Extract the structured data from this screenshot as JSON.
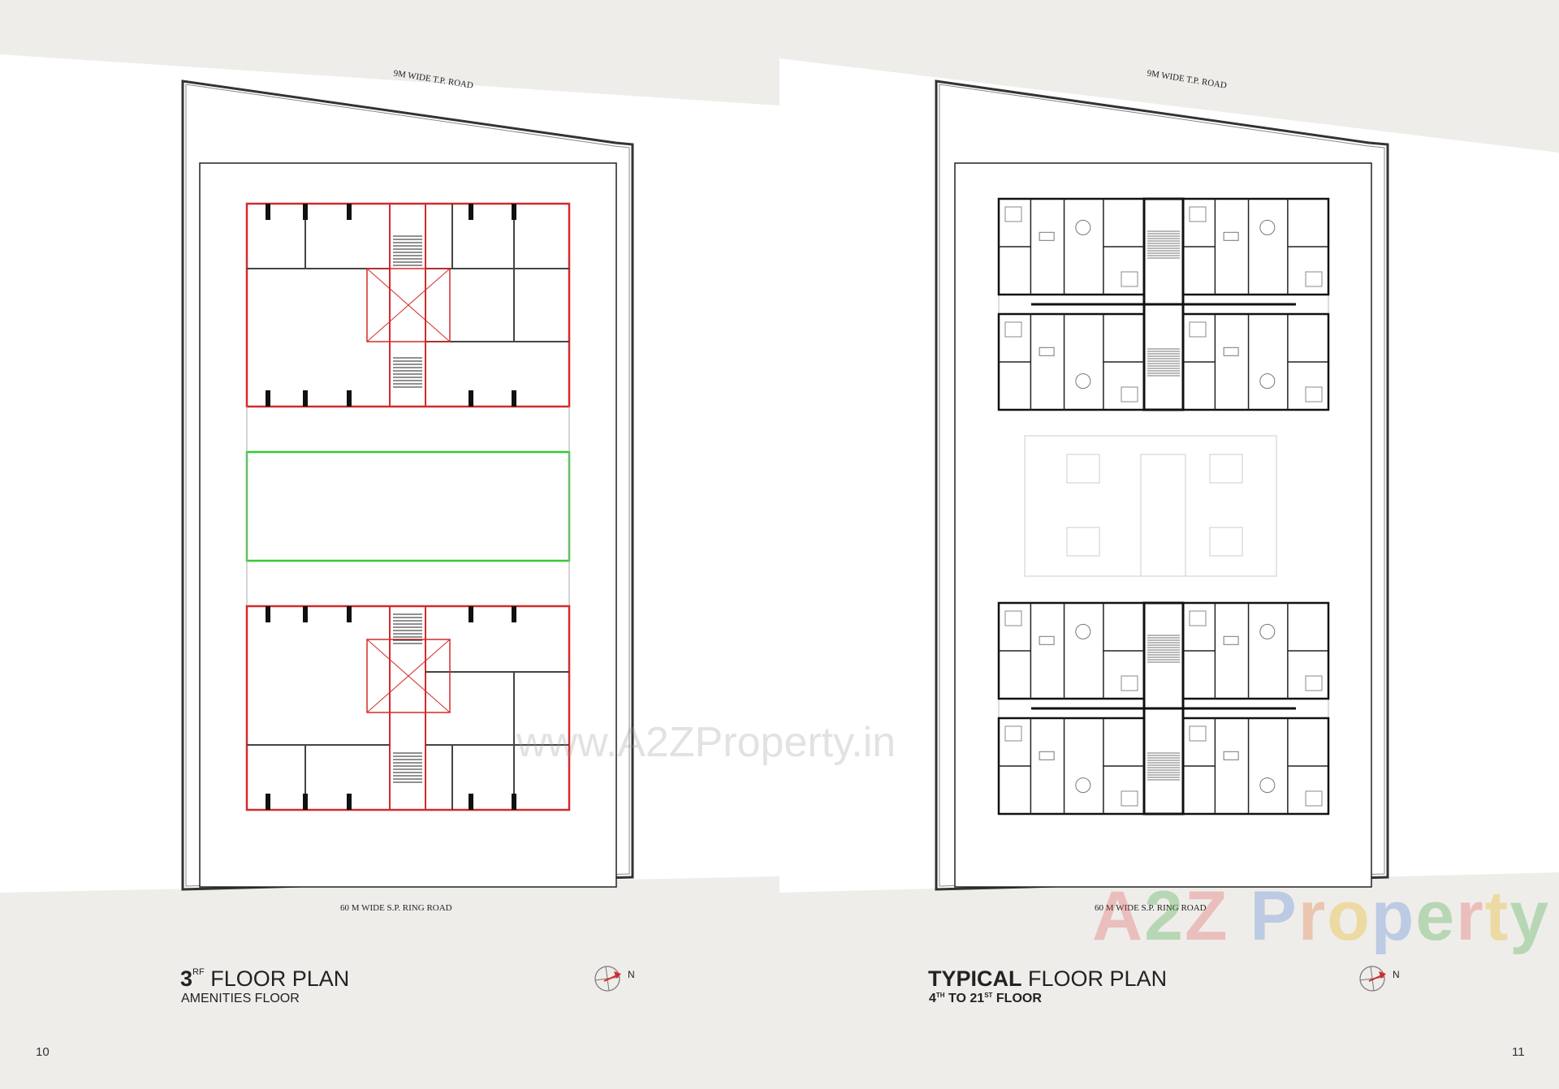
{
  "left_page": {
    "top_road": "9M WIDE T.P. ROAD",
    "bottom_road": "60 M WIDE S.P. RING ROAD",
    "title_number": "3",
    "title_sup": "RF",
    "title_rest": "FLOOR PLAN",
    "subtitle": "AMENITIES FLOOR",
    "north_label": "N",
    "page_number": "10"
  },
  "right_page": {
    "top_road": "9M WIDE T.P. ROAD",
    "bottom_road": "60 M WIDE S.P. RING ROAD",
    "title_bold": "TYPICAL",
    "title_rest": "FLOOR PLAN",
    "subtitle_a": "4",
    "subtitle_a_sup": "TH",
    "subtitle_b": "TO 21",
    "subtitle_b_sup": "ST",
    "subtitle_c": "FLOOR",
    "north_label": "N",
    "page_number": "11"
  },
  "watermark": "www.A2ZProperty.in",
  "logo": {
    "a": "A",
    "two": "2",
    "z": "Z",
    "word": [
      "P",
      "r",
      "o",
      "p",
      "e",
      "r",
      "t",
      "y"
    ]
  },
  "colors": {
    "amenity_outline": "#d42a2a",
    "open_area": "#33cc33",
    "north_arrow": "#d42a2a",
    "background": "#efedea"
  }
}
